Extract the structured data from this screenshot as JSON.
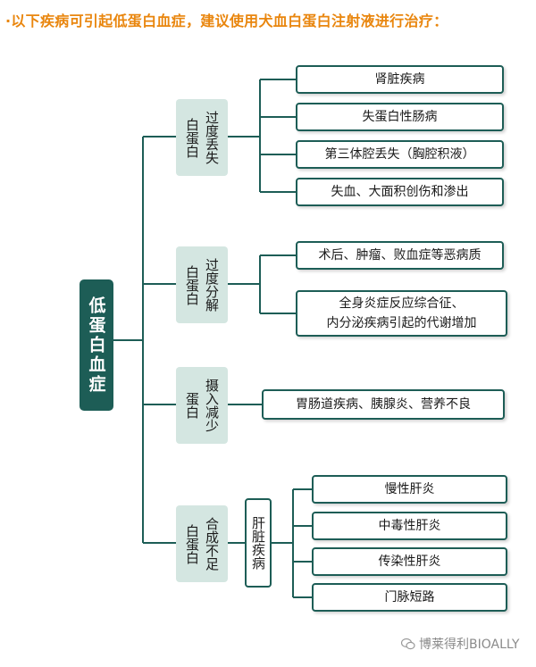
{
  "title": "·以下疾病可引起低蛋白血症，建议使用犬血白蛋白注射液进行治疗：",
  "root": "低蛋白血症",
  "categories": [
    {
      "line1": "过度丢失",
      "line2": "白蛋白"
    },
    {
      "line1": "过度分解",
      "line2": "白蛋白"
    },
    {
      "line1": "摄入减少",
      "line2": "蛋白"
    },
    {
      "line1": "合成不足",
      "line2": "白蛋白"
    }
  ],
  "subcategory": "肝脏疾病",
  "leaves": {
    "loss": [
      "肾脏疾病",
      "失蛋白性肠病",
      "第三体腔丢失（胸腔积液）",
      "失血、大面积创伤和渗出"
    ],
    "breakdown": [
      "术后、肿瘤、败血症等恶病质",
      "全身炎症反应综合征、\n内分泌疾病引起的代谢增加"
    ],
    "intake": [
      "胃肠道疾病、胰腺炎、营养不良"
    ],
    "synthesis": [
      "慢性肝炎",
      "中毒性肝炎",
      "传染性肝炎",
      "门脉短路"
    ]
  },
  "watermark": "博莱得利BIOALLY",
  "colors": {
    "title": "#e9860e",
    "primary": "#1d5d56",
    "category_bg": "#d4e6e1"
  }
}
